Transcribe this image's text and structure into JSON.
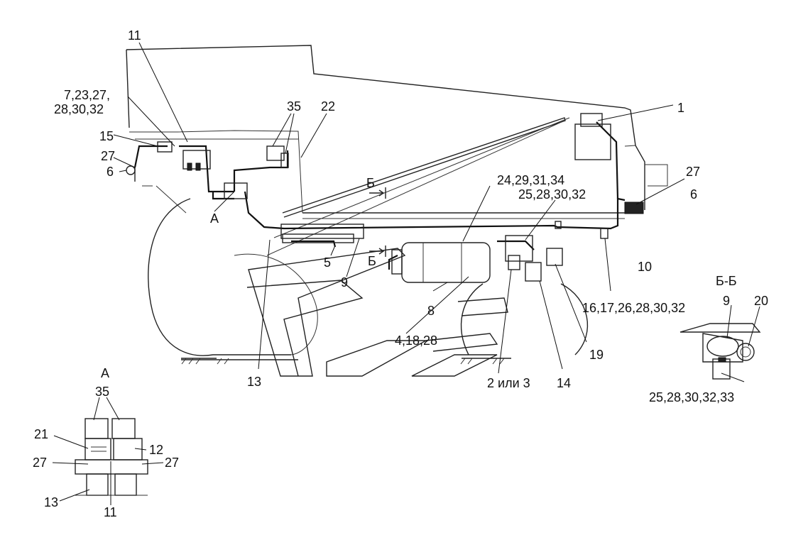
{
  "labels": {
    "l11_top": "11",
    "l7": "7,23,27,",
    "l28a": "28,30,32",
    "l35_top": "35",
    "l22": "22",
    "l1": "1",
    "l15": "15",
    "l27_left": "27",
    "l6_left": "6",
    "lB_top": "Б",
    "l24": "24,29,31,34",
    "l25a": "25,28,30,32",
    "l27_right": "27",
    "l6_right": "6",
    "lA_main": "А",
    "l5": "5",
    "lB_mid": "Б",
    "l9": "9",
    "l10": "10",
    "lBB": "Б-Б",
    "l9_bb": "9",
    "l20": "20",
    "l8": "8",
    "l16": "16,17,26,28,30,32",
    "l4": "4,18,28",
    "l19": "19",
    "l13": "13",
    "l2": "2 или 3",
    "l14": "14",
    "l25b": "25,28,30,32,33",
    "lA_detail": "А",
    "l35_detail": "35",
    "l21": "21",
    "l12": "12",
    "l27_d_left": "27",
    "l27_d_right": "27",
    "l13_detail": "13",
    "l11_detail": "11"
  }
}
